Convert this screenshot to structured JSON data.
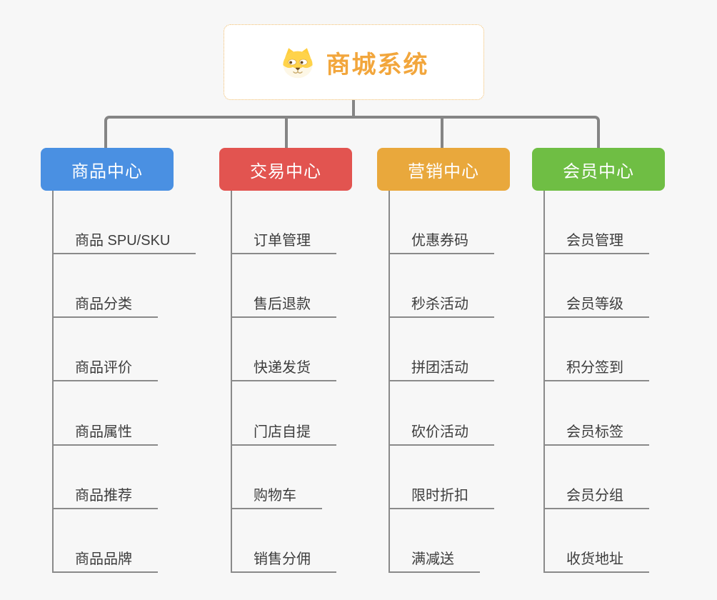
{
  "root": {
    "title": "商城系统",
    "icon": "dog-face-icon"
  },
  "colors": {
    "background": "#f7f7f7",
    "connector_gray": "#858585",
    "underline_gray": "#8a8a8a",
    "root_accent": "#f2a63c",
    "root_border": "#f0bc69",
    "leaf_text": "#3d3d3d"
  },
  "branches": [
    {
      "label": "商品中心",
      "color": "#4a90e2",
      "items": [
        "商品 SPU/SKU",
        "商品分类",
        "商品评价",
        "商品属性",
        "商品推荐",
        "商品品牌"
      ]
    },
    {
      "label": "交易中心",
      "color": "#e25450",
      "items": [
        "订单管理",
        "售后退款",
        "快递发货",
        "门店自提",
        "购物车",
        "销售分佣"
      ]
    },
    {
      "label": "营销中心",
      "color": "#e9a83c",
      "items": [
        "优惠券码",
        "秒杀活动",
        "拼团活动",
        "砍价活动",
        "限时折扣",
        "满减送"
      ]
    },
    {
      "label": "会员中心",
      "color": "#6fbe44",
      "items": [
        "会员管理",
        "会员等级",
        "积分签到",
        "会员标签",
        "会员分组",
        "收货地址"
      ]
    }
  ]
}
